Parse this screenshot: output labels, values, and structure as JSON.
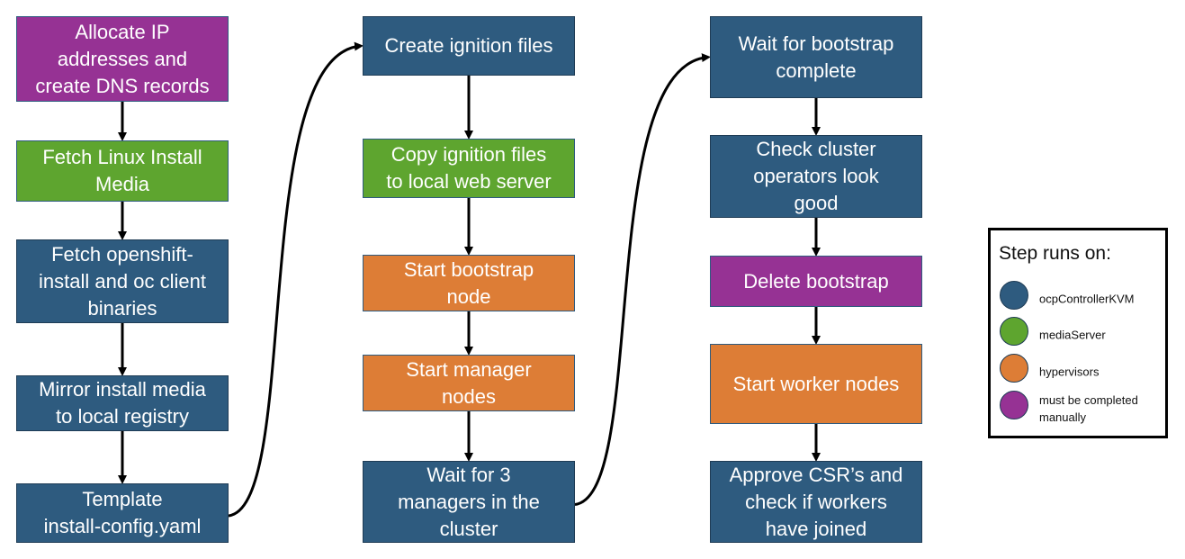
{
  "colors": {
    "blue": "#2e5b7f",
    "green": "#5ea52f",
    "orange": "#dd7d36",
    "purple": "#963294",
    "arrow": "#000000"
  },
  "steps": {
    "allocate_ip": {
      "lines": [
        "Allocate IP",
        "addresses and",
        "create DNS records"
      ],
      "runs_on": "must be completed manually"
    },
    "fetch_linux": {
      "lines": [
        "Fetch Linux Install",
        "Media"
      ],
      "runs_on": "mediaServer"
    },
    "fetch_openshift": {
      "lines": [
        "Fetch openshift-",
        "install and oc client",
        "binaries"
      ],
      "runs_on": "ocpControllerKVM"
    },
    "mirror_install": {
      "lines": [
        "Mirror install media",
        "to local registry"
      ],
      "runs_on": "ocpControllerKVM"
    },
    "template_config": {
      "lines": [
        "Template",
        "install-config.yaml"
      ],
      "runs_on": "ocpControllerKVM"
    },
    "create_ignition": {
      "lines": [
        "Create ignition files"
      ],
      "runs_on": "ocpControllerKVM"
    },
    "copy_ignition": {
      "lines": [
        "Copy ignition files",
        "to local web server"
      ],
      "runs_on": "mediaServer"
    },
    "start_bootstrap": {
      "lines": [
        "Start bootstrap",
        "node"
      ],
      "runs_on": "hypervisors"
    },
    "start_manager": {
      "lines": [
        "Start manager",
        "nodes"
      ],
      "runs_on": "hypervisors"
    },
    "wait_managers": {
      "lines": [
        "Wait for 3",
        "managers in the",
        "cluster"
      ],
      "runs_on": "ocpControllerKVM"
    },
    "wait_bootstrap": {
      "lines": [
        "Wait for bootstrap",
        "complete"
      ],
      "runs_on": "ocpControllerKVM"
    },
    "check_operators": {
      "lines": [
        "Check cluster",
        "operators look",
        "good"
      ],
      "runs_on": "ocpControllerKVM"
    },
    "delete_bootstrap": {
      "lines": [
        "Delete bootstrap"
      ],
      "runs_on": "must be completed manually"
    },
    "start_workers": {
      "lines": [
        "Start worker nodes"
      ],
      "runs_on": "hypervisors"
    },
    "approve_csr": {
      "lines": [
        "Approve CSR’s and",
        "check if workers",
        "have joined"
      ],
      "runs_on": "ocpControllerKVM"
    }
  },
  "edges": [
    {
      "from": "allocate_ip",
      "to": "fetch_linux"
    },
    {
      "from": "fetch_linux",
      "to": "fetch_openshift"
    },
    {
      "from": "fetch_openshift",
      "to": "mirror_install"
    },
    {
      "from": "mirror_install",
      "to": "template_config"
    },
    {
      "from": "template_config",
      "to": "create_ignition"
    },
    {
      "from": "create_ignition",
      "to": "copy_ignition"
    },
    {
      "from": "copy_ignition",
      "to": "start_bootstrap"
    },
    {
      "from": "start_bootstrap",
      "to": "start_manager"
    },
    {
      "from": "start_manager",
      "to": "wait_managers"
    },
    {
      "from": "wait_managers",
      "to": "wait_bootstrap"
    },
    {
      "from": "wait_bootstrap",
      "to": "check_operators"
    },
    {
      "from": "check_operators",
      "to": "delete_bootstrap"
    },
    {
      "from": "delete_bootstrap",
      "to": "start_workers"
    },
    {
      "from": "start_workers",
      "to": "approve_csr"
    }
  ],
  "legend": {
    "title": "Step runs on:",
    "items": [
      {
        "label": "ocpControllerKVM",
        "color": "#2e5b7f"
      },
      {
        "label": "mediaServer",
        "color": "#5ea52f"
      },
      {
        "label": "hypervisors",
        "color": "#dd7d36"
      },
      {
        "label": "must be completed manually",
        "color": "#963294"
      }
    ]
  }
}
